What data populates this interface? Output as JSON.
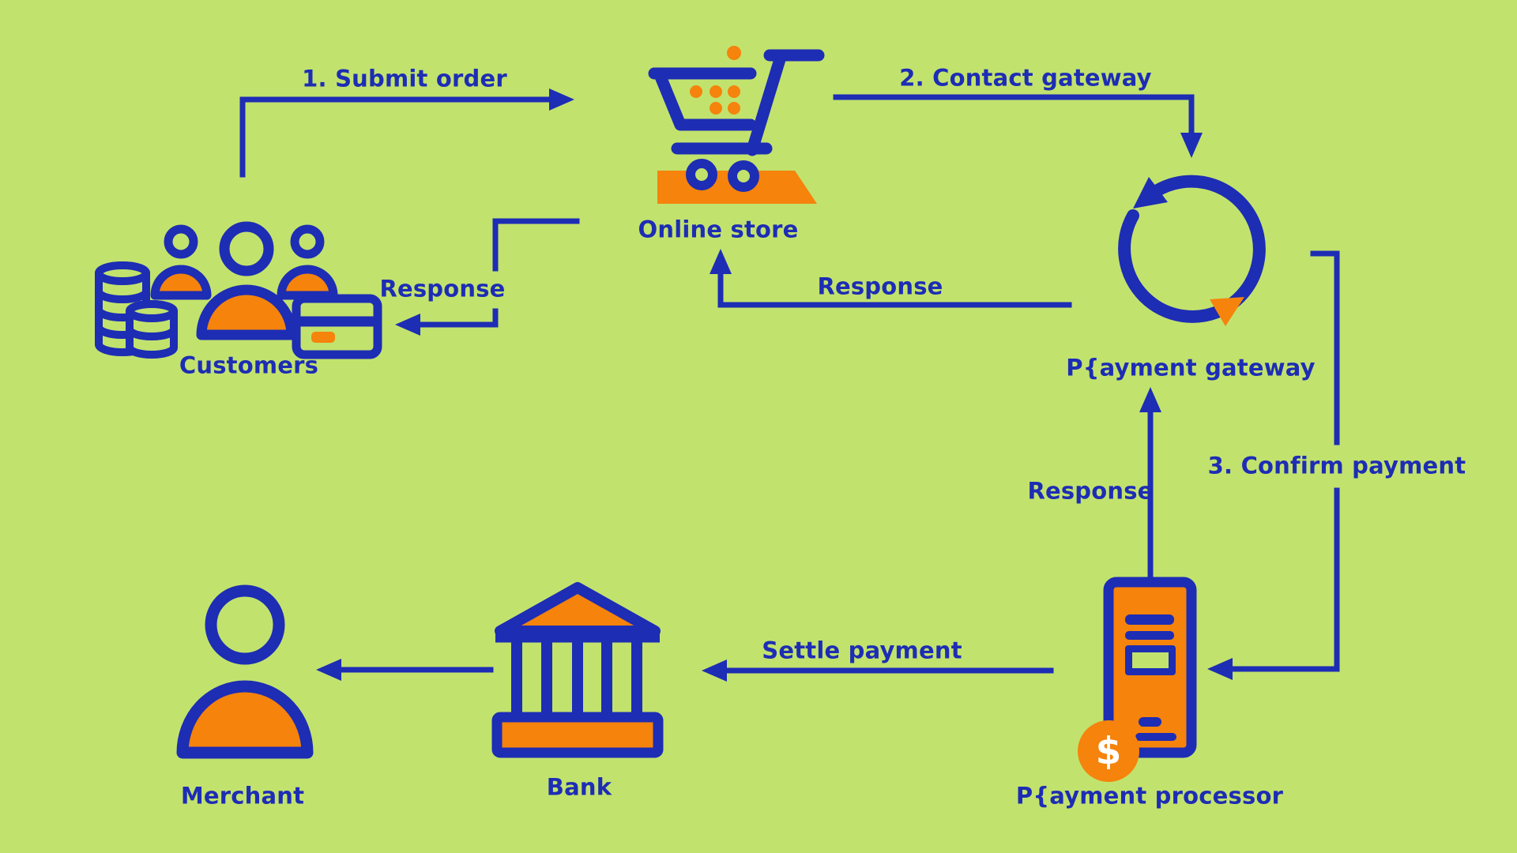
{
  "colors": {
    "background": "#c2e26e",
    "blue": "#1d2db4",
    "orange": "#f5830c",
    "white": "#ffffff"
  },
  "nodes": {
    "customers": "Customers",
    "online_store": "Online store",
    "payment_gateway": "P{ayment gateway",
    "payment_processor": "P{ayment processor",
    "bank": "Bank",
    "merchant": "Merchant"
  },
  "arrows": {
    "submit_order": "1. Submit order",
    "contact_gateway": "2. Contact gateway",
    "confirm_payment": "3. Confirm payment",
    "response_to_customers": "Response",
    "response_to_store": "Response",
    "response_to_gateway": "Response",
    "settle_payment": "Settle payment"
  },
  "icons": {
    "dollar_sign": "$"
  }
}
